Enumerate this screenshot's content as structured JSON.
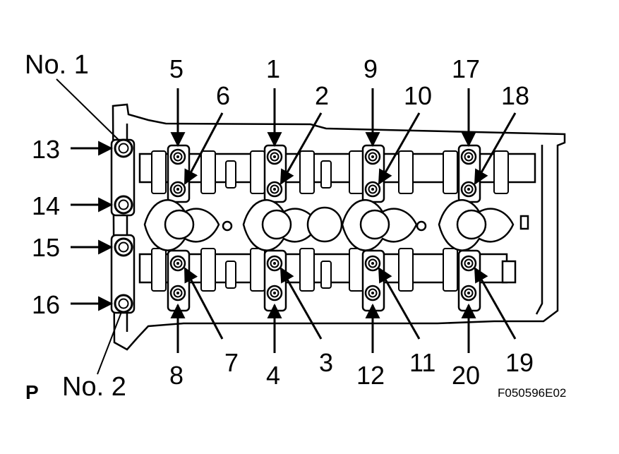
{
  "labels": {
    "no1": "No. 1",
    "no2": "No. 2",
    "code": "F050596E02",
    "p": "P"
  },
  "bolt_numbers": {
    "n1": "1",
    "n2": "2",
    "n3": "3",
    "n4": "4",
    "n5": "5",
    "n6": "6",
    "n7": "7",
    "n8": "8",
    "n9": "9",
    "n10": "10",
    "n11": "11",
    "n12": "12",
    "n13": "13",
    "n14": "14",
    "n15": "15",
    "n16": "16",
    "n17": "17",
    "n18": "18",
    "n19": "19",
    "n20": "20"
  }
}
